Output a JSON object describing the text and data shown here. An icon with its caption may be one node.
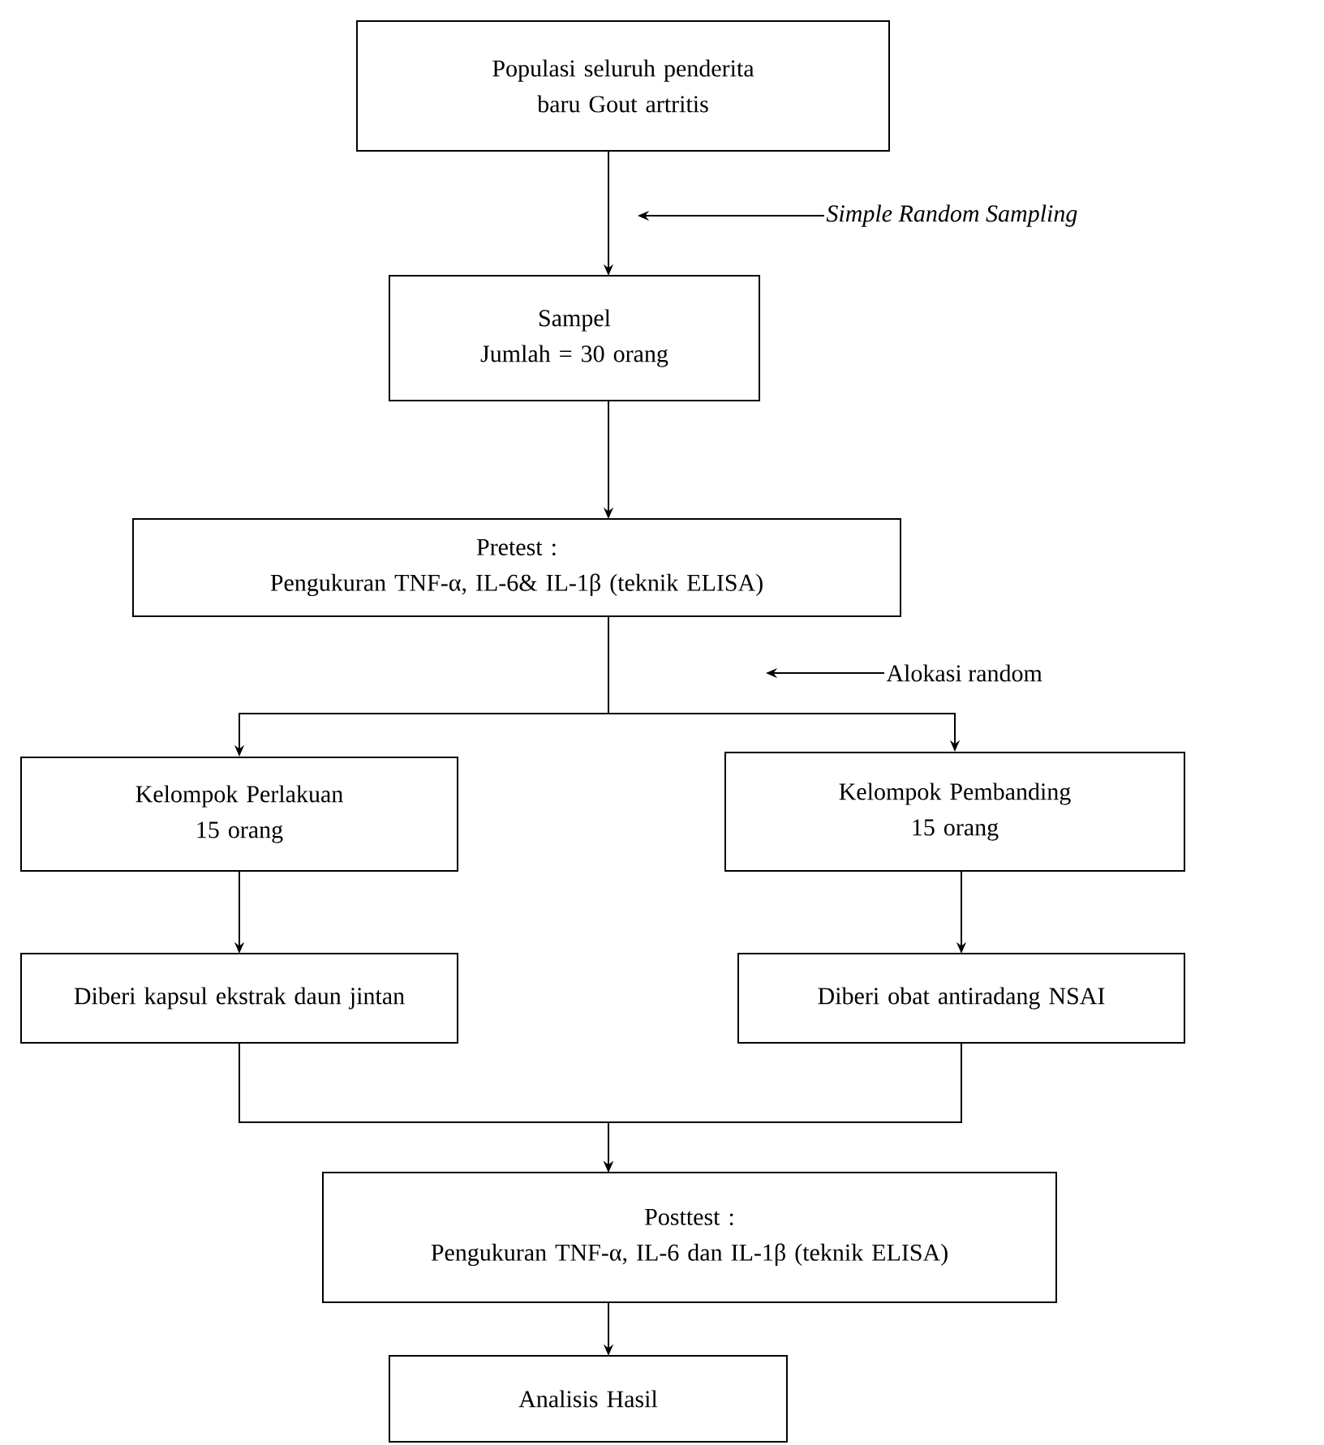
{
  "diagram": {
    "nodes": [
      {
        "text": [
          "Populasi seluruh penderita baru Gout artritis"
        ]
      },
      {
        "text": [
          "Sampel",
          "Jumlah = 30 orang"
        ]
      },
      {
        "text": [
          "Pretest :",
          "Pengukuran TNF-α, IL-6& IL-1β (teknik ELISA)"
        ]
      },
      {
        "text": [
          "Kelompok Perlakuan",
          "15 orang"
        ]
      },
      {
        "text": [
          "Kelompok Pembanding",
          "15 orang"
        ]
      },
      {
        "text": [
          "Diberi kapsul ekstrak daun jintan"
        ]
      },
      {
        "text": [
          "Diberi obat antiradang NSAI"
        ]
      },
      {
        "text": [
          "Posttest :",
          "Pengukuran TNF-α, IL-6 dan IL-1β (teknik ELISA)"
        ]
      },
      {
        "text": [
          "Analisis Hasil"
        ]
      },
      {
        "text": [
          "Simple Random Sampling"
        ]
      },
      {
        "text": [
          "Alokasi random"
        ]
      }
    ],
    "edges": [
      {
        "from": 0,
        "to": 1,
        "arrow": "to"
      },
      {
        "from": 1,
        "to": 2,
        "arrow": "to"
      },
      {
        "from": 2,
        "to": 3,
        "arrow": "to"
      },
      {
        "from": 2,
        "to": 4,
        "arrow": "to"
      },
      {
        "from": 3,
        "to": 5,
        "arrow": "to"
      },
      {
        "from": 4,
        "to": 6,
        "arrow": "to"
      },
      {
        "from": 5,
        "to": 7,
        "arrow": "to"
      },
      {
        "from": 6,
        "to": 7,
        "arrow": "to"
      },
      {
        "from": 7,
        "to": 8,
        "arrow": "to"
      },
      {
        "from": 9,
        "to": null,
        "arrow": "to"
      },
      {
        "from": 10,
        "to": null,
        "arrow": "to"
      }
    ]
  }
}
